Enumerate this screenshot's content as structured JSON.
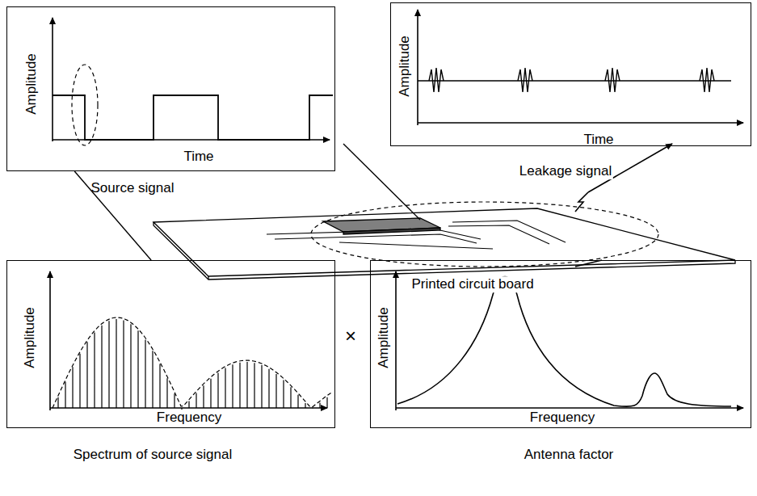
{
  "diagram": {
    "nodes": [
      {
        "text": [
          "Amplitude",
          "Time",
          "Source signal"
        ]
      },
      {
        "text": [
          "Amplitude",
          "Time"
        ]
      },
      {
        "text": [
          "Amplitude",
          "Frequency",
          "Spectrum of source signal"
        ]
      },
      {
        "text": [
          "Amplitude",
          "Frequency",
          "Antenna factor"
        ]
      }
    ],
    "edges": [
      {
        "from": 0,
        "to": 2,
        "arrow": "none"
      }
    ],
    "labels": [
      "Leakage signal",
      "Printed circuit board",
      "×"
    ]
  }
}
